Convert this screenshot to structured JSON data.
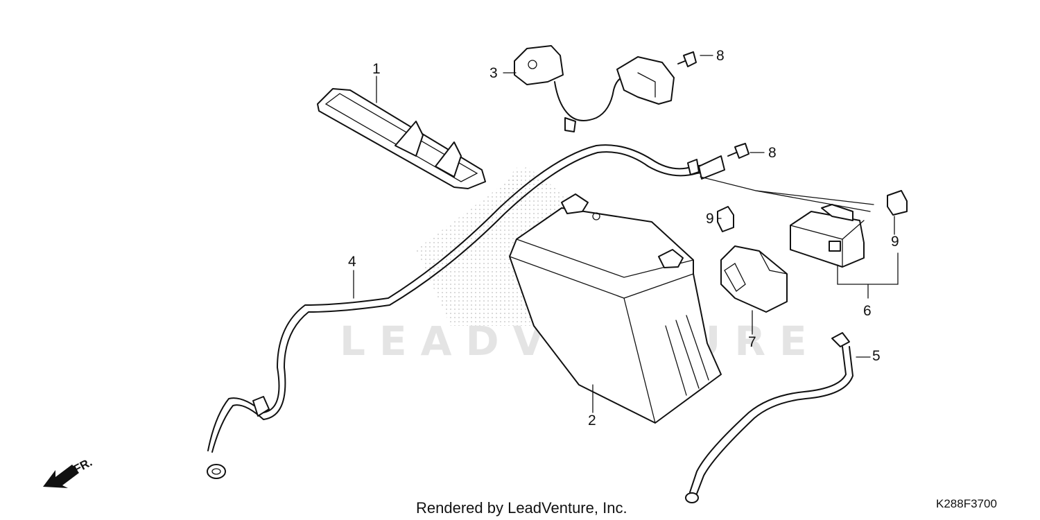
{
  "watermark": "LEADVENTURE",
  "credit": "Rendered by LeadVenture, Inc.",
  "diagram_code": "K288F3700",
  "direction_label": "FR.",
  "callouts": [
    "1",
    "2",
    "3",
    "4",
    "5",
    "6",
    "7",
    "8",
    "8",
    "9",
    "9"
  ]
}
